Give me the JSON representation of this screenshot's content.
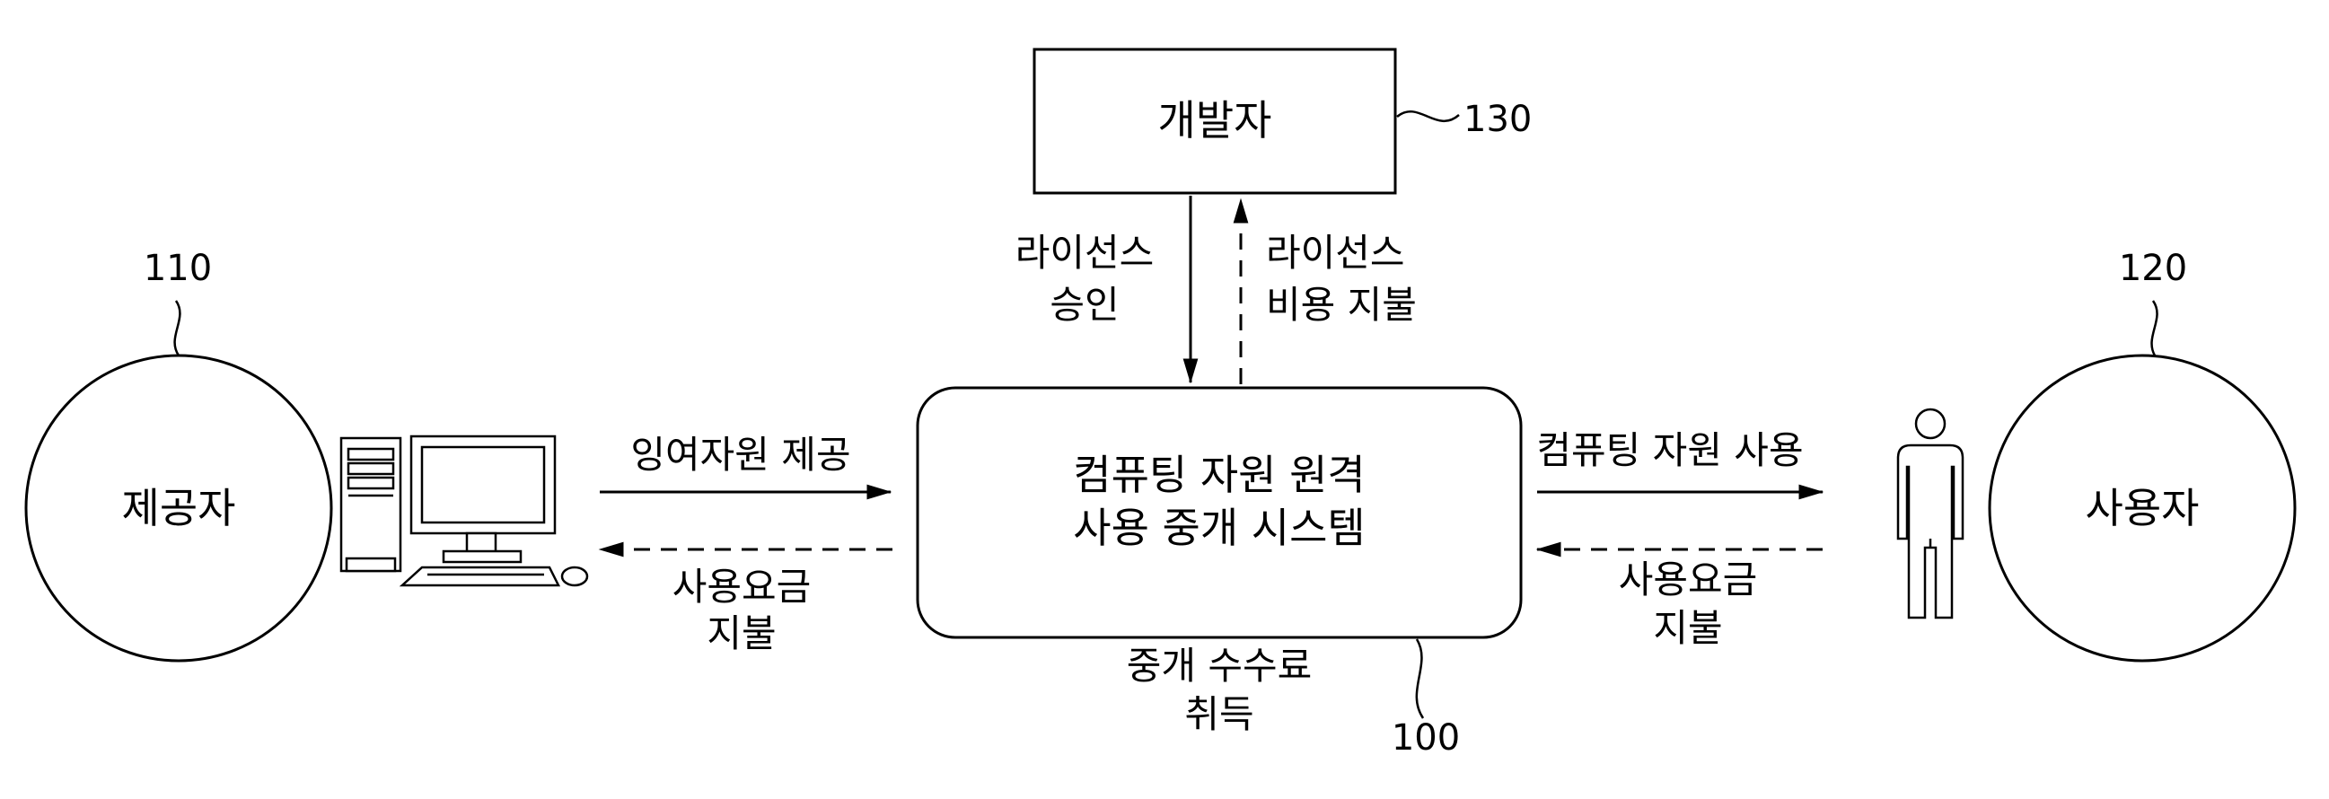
{
  "developer": {
    "label": "개발자",
    "ref": "130"
  },
  "provider": {
    "label": "제공자",
    "ref": "110"
  },
  "user": {
    "label": "사용자",
    "ref": "120"
  },
  "system": {
    "line1": "컴퓨팅 자원 원격",
    "line2": "사용 중개 시스템",
    "ref": "100",
    "fee_line1": "중개 수수료",
    "fee_line2": "취득"
  },
  "arrows": {
    "license_approval": [
      "라이선스",
      "승인"
    ],
    "license_fee": [
      "라이선스",
      "비용 지불"
    ],
    "surplus_provide": "잉여자원 제공",
    "provider_payment": [
      "사용요금",
      "지불"
    ],
    "resource_use": "컴퓨팅 자원 사용",
    "user_payment": [
      "사용요금",
      "지불"
    ]
  }
}
